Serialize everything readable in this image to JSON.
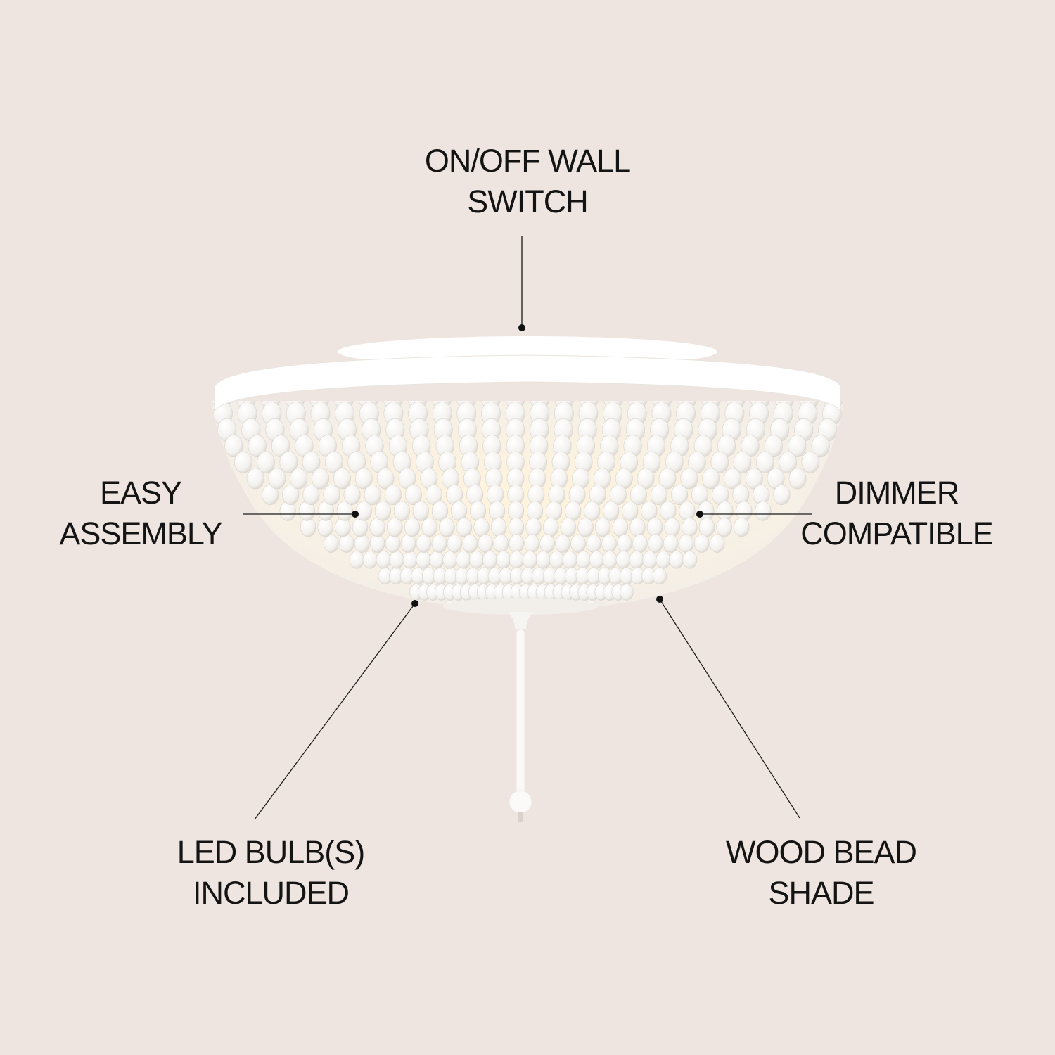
{
  "background_color": "#eee5e1",
  "product": {
    "name": "white wood bead flush mount ceiling light",
    "bead_color": "#fbfaf8",
    "canopy_color": "#ffffff"
  },
  "callouts": [
    {
      "id": "switch",
      "line1": "ON/OFF WALL",
      "line2": "SWITCH"
    },
    {
      "id": "assembly",
      "line1": "EASY",
      "line2": "ASSEMBLY"
    },
    {
      "id": "dimmer",
      "line1": "DIMMER",
      "line2": "COMPATIBLE"
    },
    {
      "id": "bulbs",
      "line1": "LED BULB(S)",
      "line2": "INCLUDED"
    },
    {
      "id": "shade",
      "line1": "WOOD BEAD",
      "line2": "SHADE"
    }
  ]
}
